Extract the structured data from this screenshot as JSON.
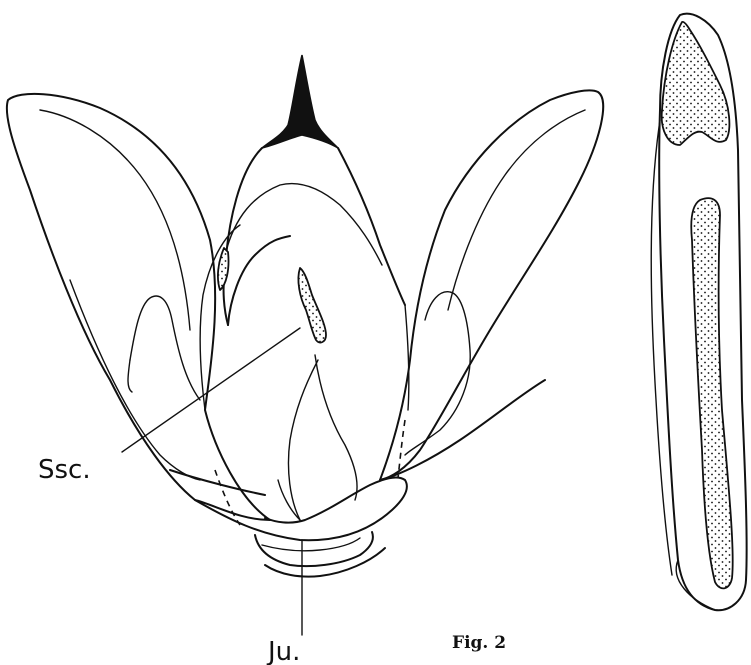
{
  "labels": {
    "sclerite": "Ssc.",
    "juxta": "Ju.",
    "figure": "Fig. 2"
  }
}
